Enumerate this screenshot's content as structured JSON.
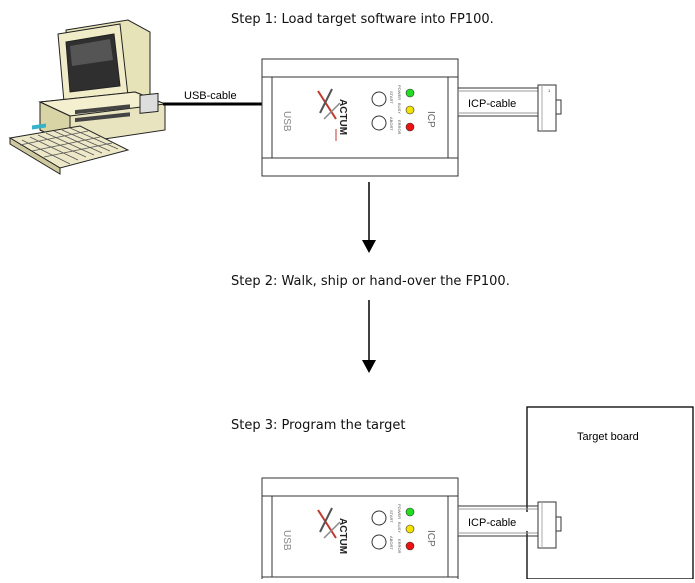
{
  "steps": {
    "step1": "Step 1: Load target software into FP100.",
    "step2": "Step 2: Walk, ship or hand-over the FP100.",
    "step3": "Step 3:  Program the target"
  },
  "cables": {
    "usb": "USB-cable",
    "icp_top": "ICP-cable",
    "icp_bottom": "ICP-cable"
  },
  "device": {
    "brand": "ACTUM",
    "left_port": "USB",
    "right_port": "ICP",
    "led_labels": [
      "POWER",
      "BUSY",
      "ERROR"
    ],
    "button_labels": [
      "START",
      "ABORT"
    ],
    "led_colors": [
      "#22dd22",
      "#f4e200",
      "#ee1111"
    ]
  },
  "target": {
    "label": "Target board"
  }
}
